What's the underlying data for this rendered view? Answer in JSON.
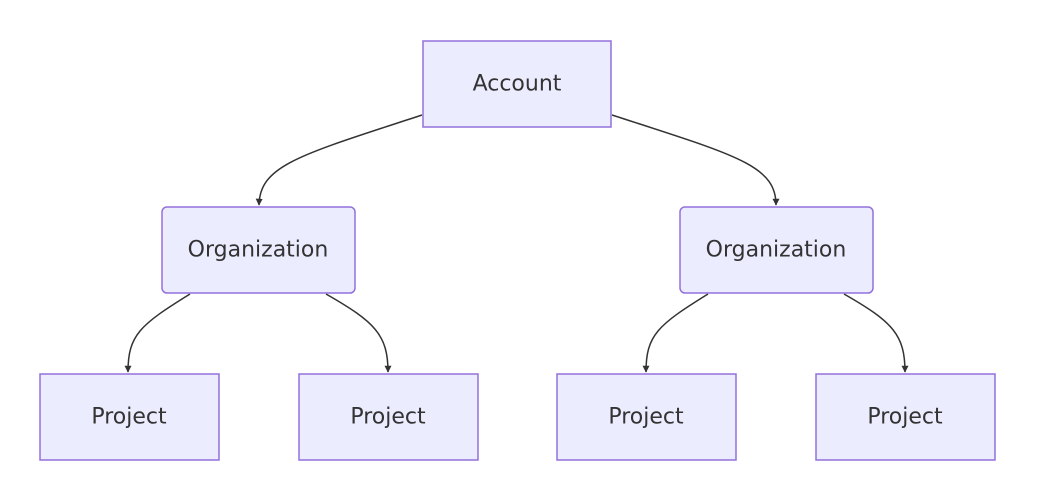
{
  "nodes": {
    "account": {
      "label": "Account"
    },
    "org_left": {
      "label": "Organization"
    },
    "org_right": {
      "label": "Organization"
    },
    "project_1": {
      "label": "Project"
    },
    "project_2": {
      "label": "Project"
    },
    "project_3": {
      "label": "Project"
    },
    "project_4": {
      "label": "Project"
    }
  },
  "edges": [
    {
      "from": "account",
      "to": "org_left"
    },
    {
      "from": "account",
      "to": "org_right"
    },
    {
      "from": "org_left",
      "to": "project_1"
    },
    {
      "from": "org_left",
      "to": "project_2"
    },
    {
      "from": "org_right",
      "to": "project_3"
    },
    {
      "from": "org_right",
      "to": "project_4"
    }
  ],
  "colors": {
    "node_fill": "#ececff",
    "node_stroke": "#9370db",
    "edge": "#333333",
    "text": "#333333"
  }
}
